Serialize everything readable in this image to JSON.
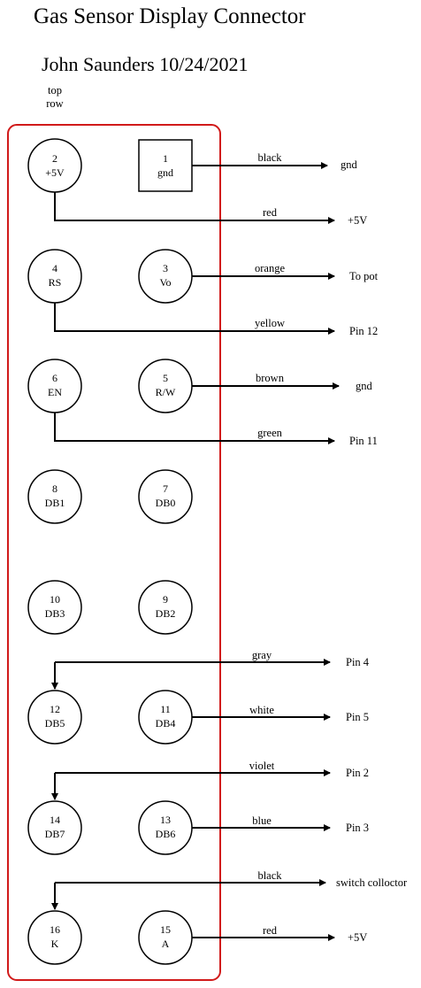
{
  "title": "Gas Sensor Display Connector",
  "author": "John Saunders 10/24/2021",
  "orientation": {
    "line1": "top",
    "line2": "row"
  },
  "colors": {
    "outline": "#d11a1a",
    "ink": "#000000"
  },
  "pins": [
    {
      "id": "pin-1",
      "number": "1",
      "name": "gnd",
      "shape": "square"
    },
    {
      "id": "pin-2",
      "number": "2",
      "name": "+5V",
      "shape": "circle"
    },
    {
      "id": "pin-3",
      "number": "3",
      "name": "Vo",
      "shape": "circle"
    },
    {
      "id": "pin-4",
      "number": "4",
      "name": "RS",
      "shape": "circle"
    },
    {
      "id": "pin-5",
      "number": "5",
      "name": "R/W",
      "shape": "circle"
    },
    {
      "id": "pin-6",
      "number": "6",
      "name": "EN",
      "shape": "circle"
    },
    {
      "id": "pin-7",
      "number": "7",
      "name": "DB0",
      "shape": "circle"
    },
    {
      "id": "pin-8",
      "number": "8",
      "name": "DB1",
      "shape": "circle"
    },
    {
      "id": "pin-9",
      "number": "9",
      "name": "DB2",
      "shape": "circle"
    },
    {
      "id": "pin-10",
      "number": "10",
      "name": "DB3",
      "shape": "circle"
    },
    {
      "id": "pin-11",
      "number": "11",
      "name": "DB4",
      "shape": "circle"
    },
    {
      "id": "pin-12",
      "number": "12",
      "name": "DB5",
      "shape": "circle"
    },
    {
      "id": "pin-13",
      "number": "13",
      "name": "DB6",
      "shape": "circle"
    },
    {
      "id": "pin-14",
      "number": "14",
      "name": "DB7",
      "shape": "circle"
    },
    {
      "id": "pin-15",
      "number": "15",
      "name": "A",
      "shape": "circle"
    },
    {
      "id": "pin-16",
      "number": "16",
      "name": "K",
      "shape": "circle"
    }
  ],
  "wires": [
    {
      "from": "1",
      "color": "black",
      "destination": "gnd"
    },
    {
      "from": "2",
      "color": "red",
      "destination": "+5V"
    },
    {
      "from": "3",
      "color": "orange",
      "destination": "To pot"
    },
    {
      "from": "4",
      "color": "yellow",
      "destination": "Pin 12"
    },
    {
      "from": "5",
      "color": "brown",
      "destination": "gnd"
    },
    {
      "from": "6",
      "color": "green",
      "destination": "Pin 11"
    },
    {
      "from": "12",
      "color": "gray",
      "destination": "Pin 4"
    },
    {
      "from": "11",
      "color": "white",
      "destination": "Pin 5"
    },
    {
      "from": "14",
      "color": "violet",
      "destination": "Pin 2"
    },
    {
      "from": "13",
      "color": "blue",
      "destination": "Pin 3"
    },
    {
      "from": "16",
      "color": "black",
      "destination": "switch colloctor"
    },
    {
      "from": "15",
      "color": "red",
      "destination": "+5V"
    }
  ]
}
